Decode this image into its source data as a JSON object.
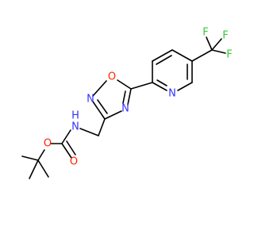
{
  "molecule": {
    "atoms": [
      {
        "id": "F1",
        "label": "F"
      },
      {
        "id": "F2",
        "label": "F"
      },
      {
        "id": "F3",
        "label": "F"
      },
      {
        "id": "N_pyr",
        "label": "N"
      },
      {
        "id": "O_ring",
        "label": "O"
      },
      {
        "id": "N2_ring",
        "label": "N"
      },
      {
        "id": "N4_ring",
        "label": "N"
      },
      {
        "id": "NH",
        "label": "N"
      },
      {
        "id": "H",
        "label": "H"
      },
      {
        "id": "O_ester",
        "label": "O"
      },
      {
        "id": "O_carbonyl",
        "label": "O"
      }
    ],
    "colors": {
      "fluorine": "#33cc33",
      "nitrogen": "#3333ff",
      "oxygen": "#ff2200",
      "bond": "#000000"
    }
  }
}
